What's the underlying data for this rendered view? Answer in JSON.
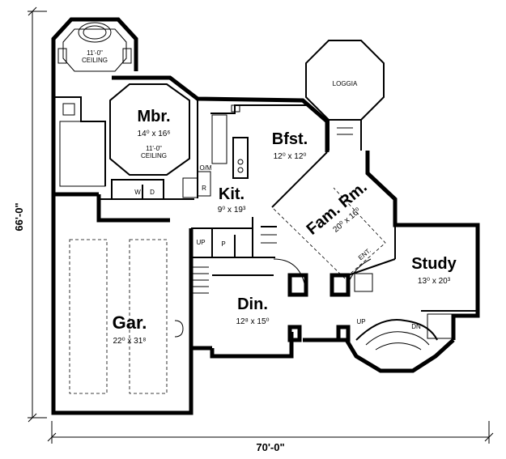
{
  "rooms": {
    "mbr": {
      "name": "Mbr.",
      "dim": "14⁰ x 16⁶",
      "ceiling_height": "11'-0\"",
      "ceiling_label": "CEILING"
    },
    "bath": {
      "ceiling_height": "11'-0\"",
      "ceiling_label": "CEILING"
    },
    "bfst": {
      "name": "Bfst.",
      "dim": "12⁰ x 12⁰"
    },
    "kit": {
      "name": "Kit.",
      "dim": "9⁰ x 19³"
    },
    "fam": {
      "name": "Fam. Rm.",
      "dim": "20⁰ x 16⁰"
    },
    "study": {
      "name": "Study",
      "dim": "13⁰ x 20³"
    },
    "din": {
      "name": "Din.",
      "dim": "12⁸ x 15⁰"
    },
    "gar": {
      "name": "Gar.",
      "dim": "22⁰ x 31⁸"
    },
    "loggia": {
      "name": "LOGGIA"
    }
  },
  "labels": {
    "om": "O/M",
    "r": "R",
    "w": "W",
    "d": "D",
    "up1": "UP",
    "p": "P",
    "ent": "ENT.",
    "up2": "UP",
    "dn": "DN"
  },
  "dimensions": {
    "width": "70'-0\"",
    "depth": "66'-0\""
  }
}
